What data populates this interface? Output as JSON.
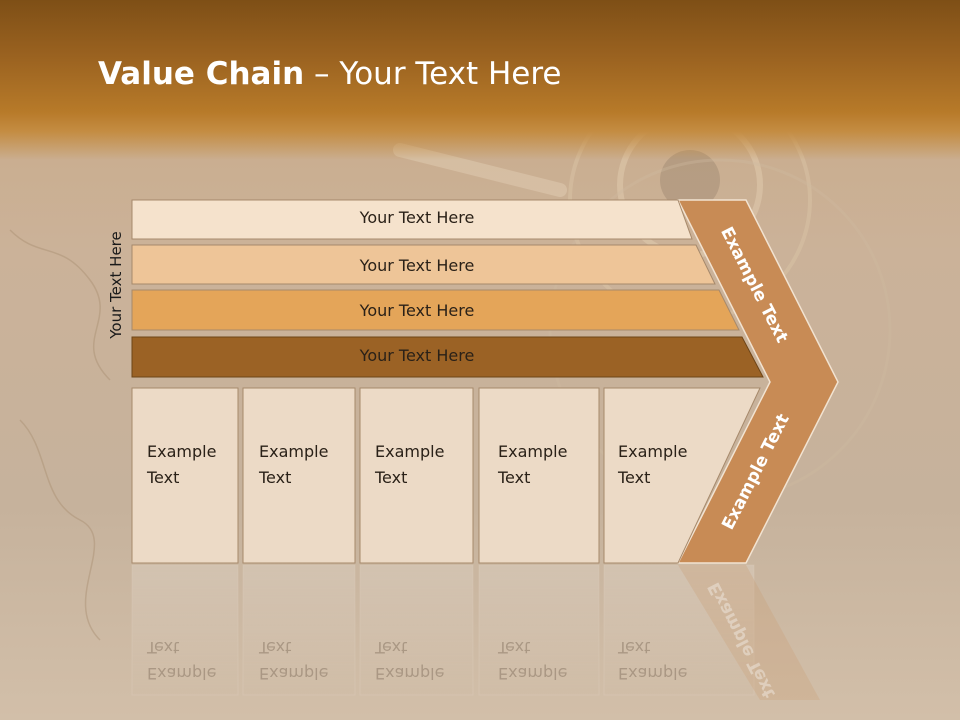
{
  "slide": {
    "title_bold": "Value Chain",
    "title_rest": " – Your Text Here",
    "vertical_label": "Your Text Here",
    "bars": [
      {
        "label": "Your Text Here",
        "color": "#f5e2cc"
      },
      {
        "label": "Your Text Here",
        "color": "#eec598"
      },
      {
        "label": "Your Text Here",
        "color": "#e4a559"
      },
      {
        "label": "Your Text Here",
        "color": "#9b6225"
      }
    ],
    "boxes": [
      {
        "line1": "Example",
        "line2": "Text"
      },
      {
        "line1": "Example",
        "line2": "Text"
      },
      {
        "line1": "Example",
        "line2": "Text"
      },
      {
        "line1": "Example",
        "line2": "Text"
      },
      {
        "line1": "Example",
        "line2": "Text"
      }
    ],
    "arrow_top_label": "Example Text",
    "arrow_bottom_label": "Example Text",
    "colors": {
      "header": "#9a6220",
      "box_fill": "#ecdac6",
      "arrow_fill": "#c88b55"
    }
  }
}
